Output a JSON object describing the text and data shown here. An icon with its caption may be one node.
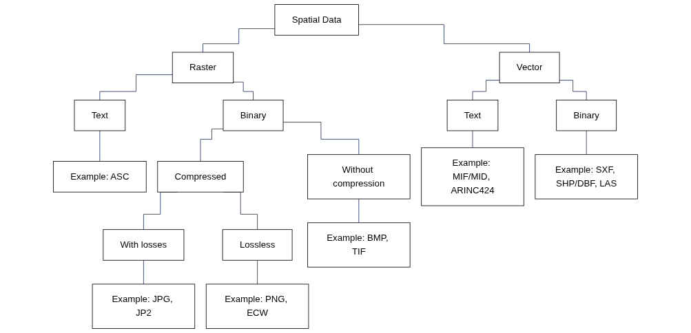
{
  "diagram": {
    "nodes": [
      {
        "text": [
          "Spatial Data"
        ]
      },
      {
        "text": [
          "Raster"
        ]
      },
      {
        "text": [
          "Vector"
        ]
      },
      {
        "text": [
          "Text"
        ]
      },
      {
        "text": [
          "Binary"
        ]
      },
      {
        "text": [
          "Example: ASC"
        ]
      },
      {
        "text": [
          "Compressed"
        ]
      },
      {
        "text": [
          "Without compression"
        ]
      },
      {
        "text": [
          "With losses"
        ]
      },
      {
        "text": [
          "Lossless"
        ]
      },
      {
        "text": [
          "Example: JPG, JP2"
        ]
      },
      {
        "text": [
          "Example: PNG, ECW"
        ]
      },
      {
        "text": [
          "Example: BMP, TIF"
        ]
      },
      {
        "text": [
          "Text"
        ]
      },
      {
        "text": [
          "Binary"
        ]
      },
      {
        "text": [
          "Example: MIF/MID, ARINC424"
        ]
      },
      {
        "text": [
          "Example: SXF, SHP/DBF, LAS"
        ]
      }
    ],
    "edges": [
      {
        "from": 0,
        "to": 1,
        "arrow": "none"
      },
      {
        "from": 0,
        "to": 2,
        "arrow": "none"
      },
      {
        "from": 1,
        "to": 3,
        "arrow": "none"
      },
      {
        "from": 1,
        "to": 4,
        "arrow": "none"
      },
      {
        "from": 3,
        "to": 5,
        "arrow": "none"
      },
      {
        "from": 4,
        "to": 6,
        "arrow": "none"
      },
      {
        "from": 4,
        "to": 7,
        "arrow": "none"
      },
      {
        "from": 6,
        "to": 8,
        "arrow": "none"
      },
      {
        "from": 6,
        "to": 9,
        "arrow": "none"
      },
      {
        "from": 8,
        "to": 10,
        "arrow": "none"
      },
      {
        "from": 9,
        "to": 11,
        "arrow": "none"
      },
      {
        "from": 7,
        "to": 12,
        "arrow": "none"
      },
      {
        "from": 2,
        "to": 13,
        "arrow": "none"
      },
      {
        "from": 2,
        "to": 14,
        "arrow": "none"
      },
      {
        "from": 13,
        "to": 15,
        "arrow": "none"
      },
      {
        "from": 14,
        "to": 16,
        "arrow": "none"
      }
    ]
  }
}
